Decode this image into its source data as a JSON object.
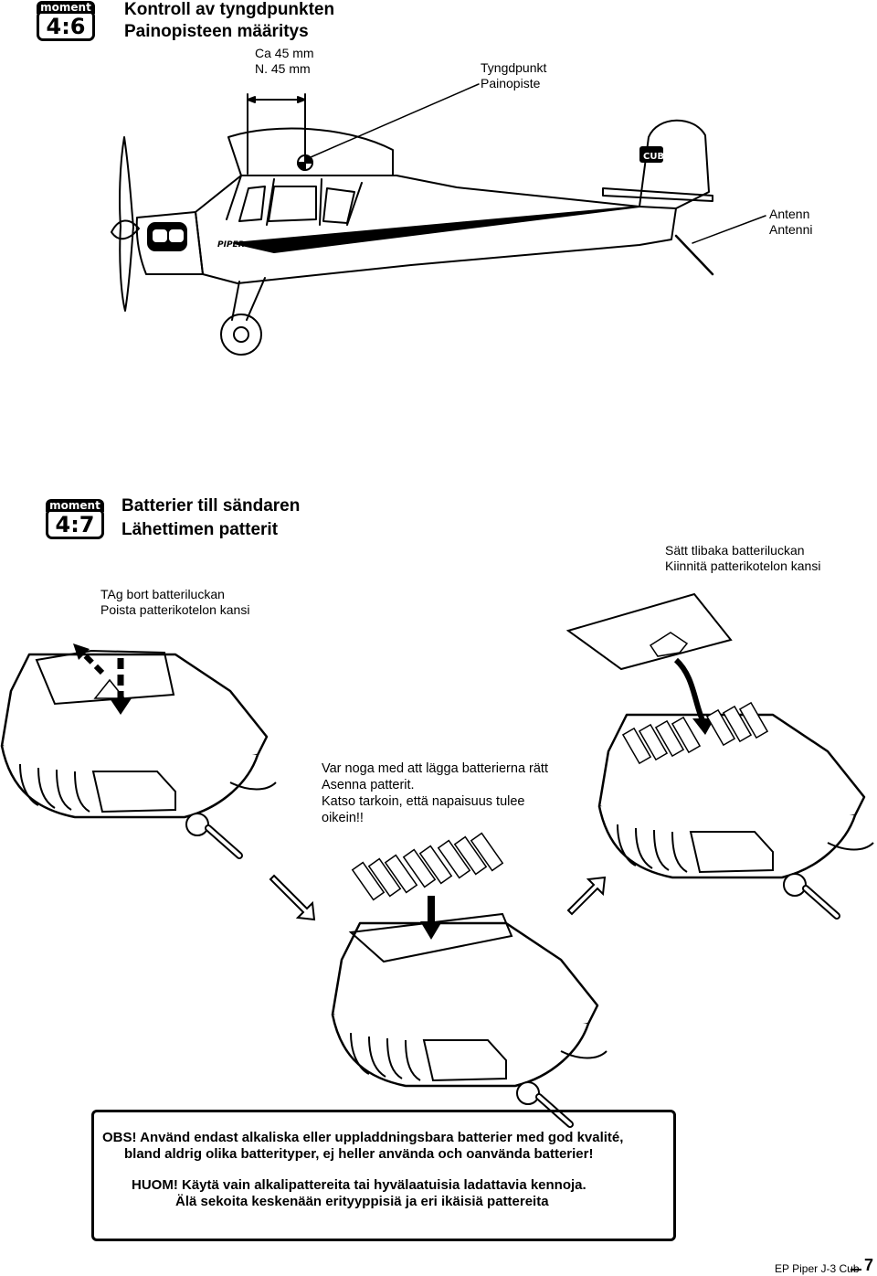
{
  "section1": {
    "badge_top": "moment",
    "badge_num": "4:6",
    "title_sv": "Kontroll av tyngdpunkten",
    "title_fi": "Painopisteen määritys",
    "measure_sv": "Ca 45 mm",
    "measure_fi": "N. 45 mm",
    "cg_sv": "Tyngdpunkt",
    "cg_fi": "Painopiste",
    "antenna_sv": "Antenn",
    "antenna_fi": "Antenni",
    "logo_piper": "PIPER",
    "logo_cub": "CUB"
  },
  "section2": {
    "badge_top": "moment",
    "badge_num": "4:7",
    "title_sv": "Batterier till sändaren",
    "title_fi": "Lähettimen patterit",
    "remove_sv": "TAg bort batteriluckan",
    "remove_fi": "Poista patterikotelon kansi",
    "refit_sv": "Sätt  tlibaka batteriluckan",
    "refit_fi": "Kiinnitä patterikotelon kansi",
    "polarity_line1": "Var noga med att lägga batterierna rätt",
    "polarity_line2": "Asenna patterit.",
    "polarity_line3": "Katso tarkoin, että napaisuus tulee",
    "polarity_line4": "oikein!!"
  },
  "notice": {
    "obs_line1": "OBS! Använd endast alkaliska eller uppladdningsbara batterier med god kvalité,",
    "obs_line2": "bland aldrig olika batterityper, ej heller använda och oanvända batterier!",
    "huom_line1": "HUOM! Käytä vain alkalipattereita tai hyvälaatuisia ladattavia kennoja.",
    "huom_line2": "Älä sekoita keskenään erityyppisiä ja eri ikäisiä pattereita"
  },
  "footer": {
    "product": "EP Piper J-3 Cub",
    "page": "7"
  }
}
